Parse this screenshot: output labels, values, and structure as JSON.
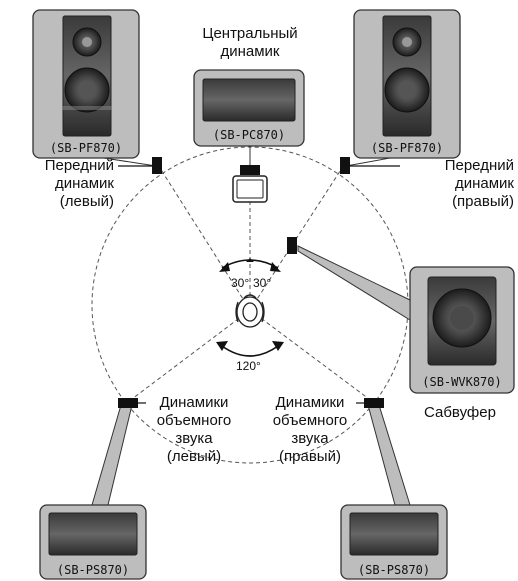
{
  "speakers": {
    "front_left": {
      "model": "(SB-PF870)",
      "label_lines": [
        "Передний",
        "динамик",
        "(левый)"
      ]
    },
    "front_right": {
      "model": "(SB-PF870)",
      "label_lines": [
        "Передний",
        "динамик",
        "(правый)"
      ]
    },
    "center": {
      "model": "(SB-PC870)",
      "label_lines": [
        "Центральный",
        "динамик"
      ]
    },
    "subwoofer": {
      "model": "(SB-WVK870)",
      "label": "Сабвуфер"
    },
    "surround_left": {
      "model": "(SB-PS870)",
      "label_lines": [
        "Динамики",
        "объемного",
        "звука",
        "(левый)"
      ]
    },
    "surround_right": {
      "model": "(SB-PS870)",
      "label_lines": [
        "Динамики",
        "объемного",
        "звука",
        "(правый)"
      ]
    }
  },
  "angles": {
    "front_left": "30°",
    "front_right": "30°",
    "rear": "120°"
  },
  "colors": {
    "panel": "#bdbdbd",
    "panel_border": "#333333",
    "dark": "#222222",
    "line": "#555555"
  }
}
